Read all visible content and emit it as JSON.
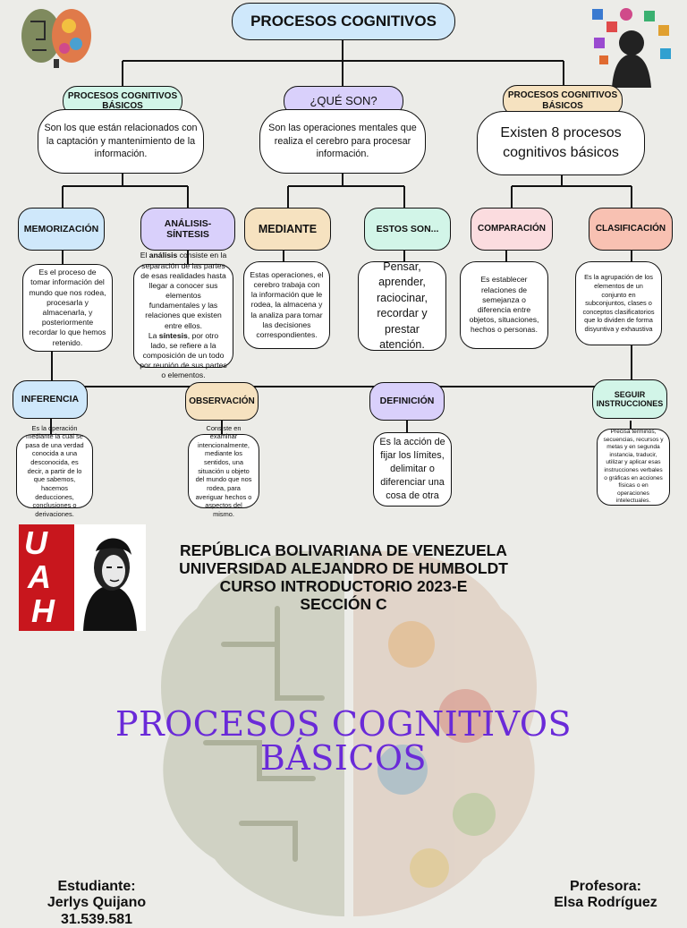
{
  "title": "PROCESOS COGNITIVOS",
  "top": [
    {
      "header": "PROCESOS COGNITIVOS BÁSICOS",
      "body": "Son los que están relacionados con la captación y mantenimiento de  la información."
    },
    {
      "header": "¿QUÉ SON?",
      "body": "Son las operaciones mentales que realiza el cerebro para procesar información."
    },
    {
      "header": "PROCESOS COGNITIVOS BÁSICOS",
      "body": "Existen 8 procesos cognitivos básicos"
    }
  ],
  "row2": [
    {
      "label": "MEMORIZACIÓN",
      "body": "Es el proceso de tomar información del mundo que nos rodea, procesarla y almacenarla, y posteriormente recordar lo que hemos retenido."
    },
    {
      "label": "ANÁLISIS-SÍNTESIS",
      "body_a1": "El ",
      "body_b1": "análisis",
      "body_a2": " consiste en la separación de las partes de esas realidades hasta llegar a conocer sus elementos fundamentales y las relaciones que existen entre ellos.",
      "body_a3": "La ",
      "body_b2": "síntesis",
      "body_a4": ", por otro lado, se refiere a la composición de un todo por reunión de sus partes o elementos."
    },
    {
      "label": "MEDIANTE",
      "body": "Estas operaciones, el cerebro trabaja con la información que le rodea, la almacena y la analiza para tomar las decisiones correspondientes."
    },
    {
      "label": "ESTOS SON...",
      "body": "Pensar, aprender, raciocinar, recordar y prestar atención."
    },
    {
      "label": "COMPARACIÓN",
      "body": "Es establecer relaciones de semejanza o diferencia entre objetos, situaciones, hechos o personas."
    },
    {
      "label": "CLASIFICACIÓN",
      "body": "Es la agrupación de los elementos de un conjunto en subconjuntos, clases o conceptos clasificatorios que lo dividen de forma disyuntiva y exhaustiva"
    }
  ],
  "row3": [
    {
      "label": "INFERENCIA",
      "body": "Es la operación mediante la cual se pasa de una verdad conocida a una desconocida, es decir, a partir de lo que sabemos, hacemos deducciones, conclusiones o derivaciones."
    },
    {
      "label": "OBSERVACIÓN",
      "body": "Consiste en examinar intencionalmente, mediante los sentidos, una situación u objeto del mundo que nos rodea, para averiguar hechos o aspectos del mismo."
    },
    {
      "label": "DEFINICIÓN",
      "body": "Es la acción de fijar los límites, delimitar o diferenciar una cosa de otra"
    },
    {
      "label": "SEGUIR INSTRUCCIONES",
      "body": "Precisa términos, secuencias, recursos y metas y en segunda instancia, traducir, utilizar y aplicar esas instrucciones verbales o gráficas en acciones físicas o en operaciones intelectuales."
    }
  ],
  "logo_letters": [
    "U",
    "A",
    "H"
  ],
  "institution": [
    "REPÚBLICA BOLIVARIANA DE VENEZUELA",
    "UNIVERSIDAD ALEJANDRO DE HUMBOLDT",
    "CURSO INTRODUCTORIO 2023-E",
    "SECCIÓN C"
  ],
  "big_title_1": "PROCESOS  COGNITIVOS",
  "big_title_2": "BÁSICOS",
  "student": {
    "label": "Estudiante:",
    "name": "Jerlys Quijano",
    "id": "31.539.581"
  },
  "teacher": {
    "label": "Profesora:",
    "name": "Elsa Rodríguez"
  },
  "colors": {
    "blue": "#cfe8fb",
    "green": "#d2f5e8",
    "purple": "#d9d0fb",
    "orange": "#f6e2c0",
    "pink": "#fbdcdf",
    "coral": "#f8c1b2",
    "title": "#6a2ad8"
  }
}
